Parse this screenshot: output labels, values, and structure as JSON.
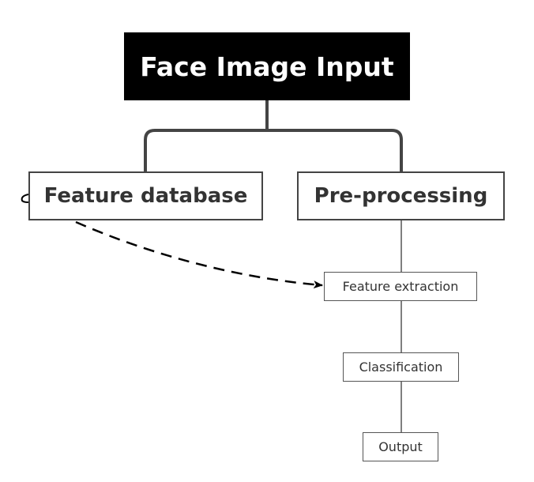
{
  "diagram": {
    "root": {
      "label": "Face Image Input"
    },
    "branches": [
      {
        "label": "Feature database"
      },
      {
        "label": "Pre-processing"
      }
    ],
    "pipeline": [
      {
        "label": "Feature extraction"
      },
      {
        "label": "Classification"
      },
      {
        "label": "Output"
      }
    ],
    "colors": {
      "root_fill": "#000000",
      "root_text": "#ffffff",
      "box_text": "#333333",
      "connector": "#444444"
    }
  }
}
